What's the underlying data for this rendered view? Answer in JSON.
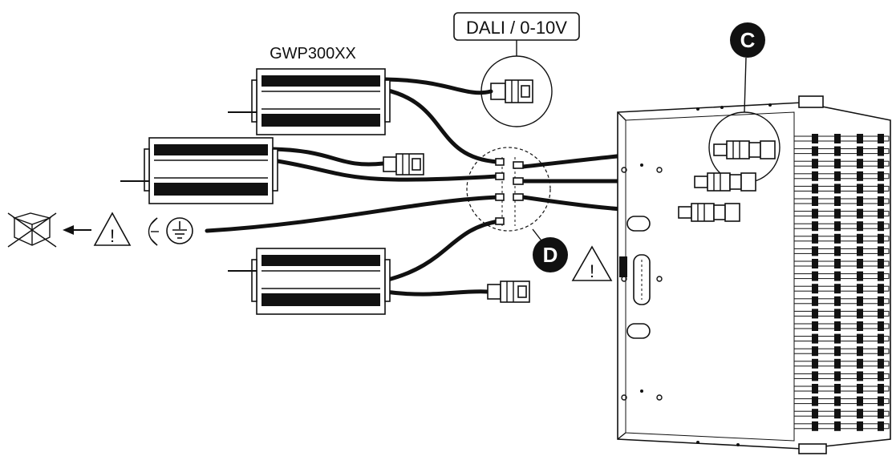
{
  "labels": {
    "dali_callout": "DALI / 0-10V",
    "driver_model": "GWP300XX",
    "marker_c": "C",
    "marker_d": "D"
  },
  "symbols": {
    "warning_sign": "!",
    "ground_icon": "protective-earth-icon",
    "eye_icon": "inspect-eye-icon",
    "box_icon": "discard-packaging-icon",
    "arrow_icon": "arrow-left-icon"
  },
  "colors": {
    "ink": "#111111",
    "marker_fill": "#111111",
    "marker_text": "#ffffff",
    "background": "#ffffff"
  }
}
